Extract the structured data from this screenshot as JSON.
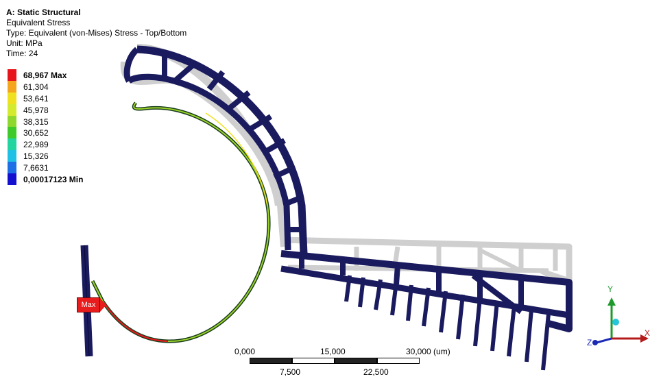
{
  "header": {
    "title": "A: Static Structural",
    "result": "Equivalent Stress",
    "type": "Type: Equivalent (von-Mises) Stress - Top/Bottom",
    "unit": "Unit: MPa",
    "time": "Time: 24"
  },
  "legend": {
    "entries": [
      {
        "label": "68,967 Max",
        "color": "#e8141c",
        "bold": true
      },
      {
        "label": "61,304",
        "color": "#f5a51c"
      },
      {
        "label": "53,641",
        "color": "#f0e11e"
      },
      {
        "label": "45,978",
        "color": "#d4ea2c"
      },
      {
        "label": "38,315",
        "color": "#8fd72c"
      },
      {
        "label": "30,652",
        "color": "#3ecb2a"
      },
      {
        "label": "22,989",
        "color": "#22d4a0"
      },
      {
        "label": "15,326",
        "color": "#1ec0e6"
      },
      {
        "label": "7,6631",
        "color": "#1d6fe6"
      },
      {
        "label": "0,00017123 Min",
        "color": "#1410d0",
        "bold": true
      }
    ]
  },
  "probe": {
    "label": "Max"
  },
  "scale_bar": {
    "top_labels": [
      "0,000",
      "15,000",
      "30,000 (um)"
    ],
    "bottom_labels": [
      "7,500",
      "22,500"
    ]
  },
  "triad": {
    "x": "X",
    "y": "Y",
    "z": "Z"
  },
  "colors": {
    "mesh": "#1a1a5e",
    "deformed_shadow": "#cfcfcf",
    "accent_red": "#e81c1c"
  }
}
